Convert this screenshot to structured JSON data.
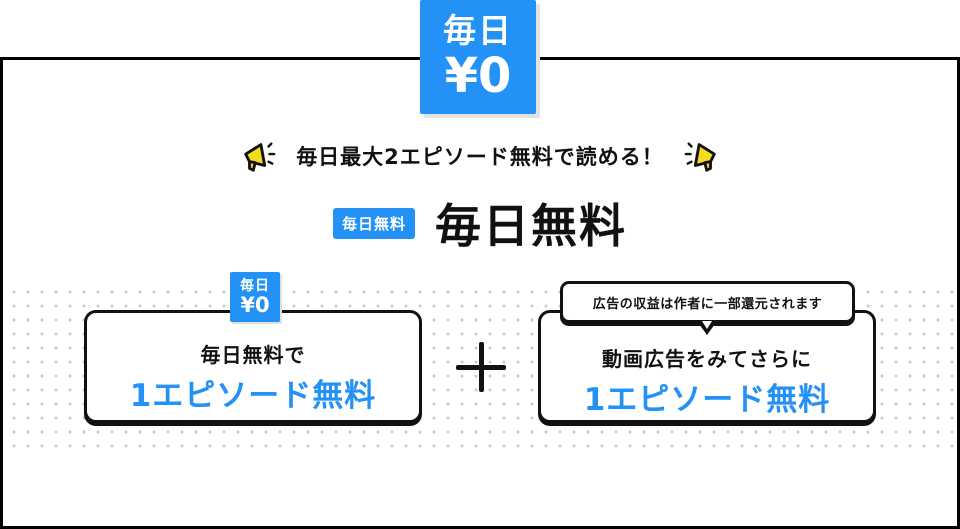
{
  "top_badge": {
    "line1": "毎日",
    "line2": "¥0"
  },
  "headline": {
    "text": "毎日最大2エピソード無料で読める！",
    "left_icon": "megaphone-icon",
    "right_icon": "megaphone-icon"
  },
  "title_row": {
    "tag": "毎日無料",
    "title": "毎日無料"
  },
  "left_card": {
    "badge_line1": "毎日",
    "badge_line2": "¥0",
    "sub": "毎日無料で",
    "big": "1エピソード無料"
  },
  "plus_icon": "plus-icon",
  "right_card": {
    "bubble": "広告の収益は作者に一部還元されます",
    "sub": "動画広告をみてさらに",
    "big": "1エピソード無料"
  },
  "colors": {
    "accent_blue": "#2391f5",
    "megaphone_yellow": "#f5dc1e",
    "border": "#111111",
    "dots": "#c9c9c9"
  }
}
